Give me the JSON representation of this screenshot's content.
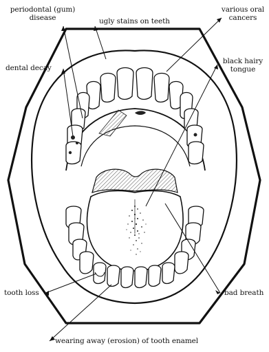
{
  "labels": {
    "periodontal_line1": "periodontal (gum)",
    "periodontal_line2": "disease",
    "ugly_stains": "ugly stains on teeth",
    "oral_cancers_line1": "various oral",
    "oral_cancers_line2": "cancers",
    "dental_decay": "dental decay",
    "black_hairy_line1": "black hairy",
    "black_hairy_line2": "tongue",
    "tooth_loss": "tooth loss",
    "bad_breath": "bad breath",
    "erosion": "wearing away (erosion) of tooth enamel"
  }
}
